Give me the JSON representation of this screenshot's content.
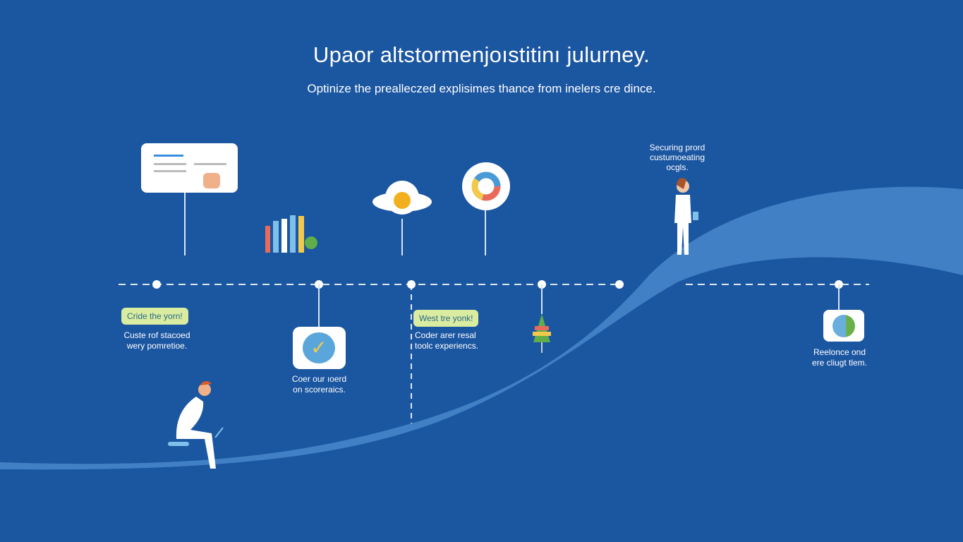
{
  "title": "Upaor altstormenjoıstitinı julurney.",
  "subtitle": "Optinize the prealleczed explisimes thance from inelers cre dince.",
  "stages": [
    {
      "pill": "Cride the yorn!",
      "text1": "Custe rof stacoed",
      "text2": "wery pomretioe."
    },
    {
      "text1": "Coer our ıoerd",
      "text2": "on scoreraics."
    },
    {
      "pill": "West tre yonk!",
      "text1": "Coder arer resal",
      "text2": "toolc experiencs."
    },
    {
      "text1": "Securing prord",
      "text2": "custumoeating",
      "text3": "ocgls."
    },
    {
      "text1": "Reelonce ond",
      "text2": "ere cliugt tlem."
    }
  ],
  "colors": {
    "background": "#1b56a1",
    "curve": "#4f8fd0",
    "pill": "#d9eca0"
  }
}
